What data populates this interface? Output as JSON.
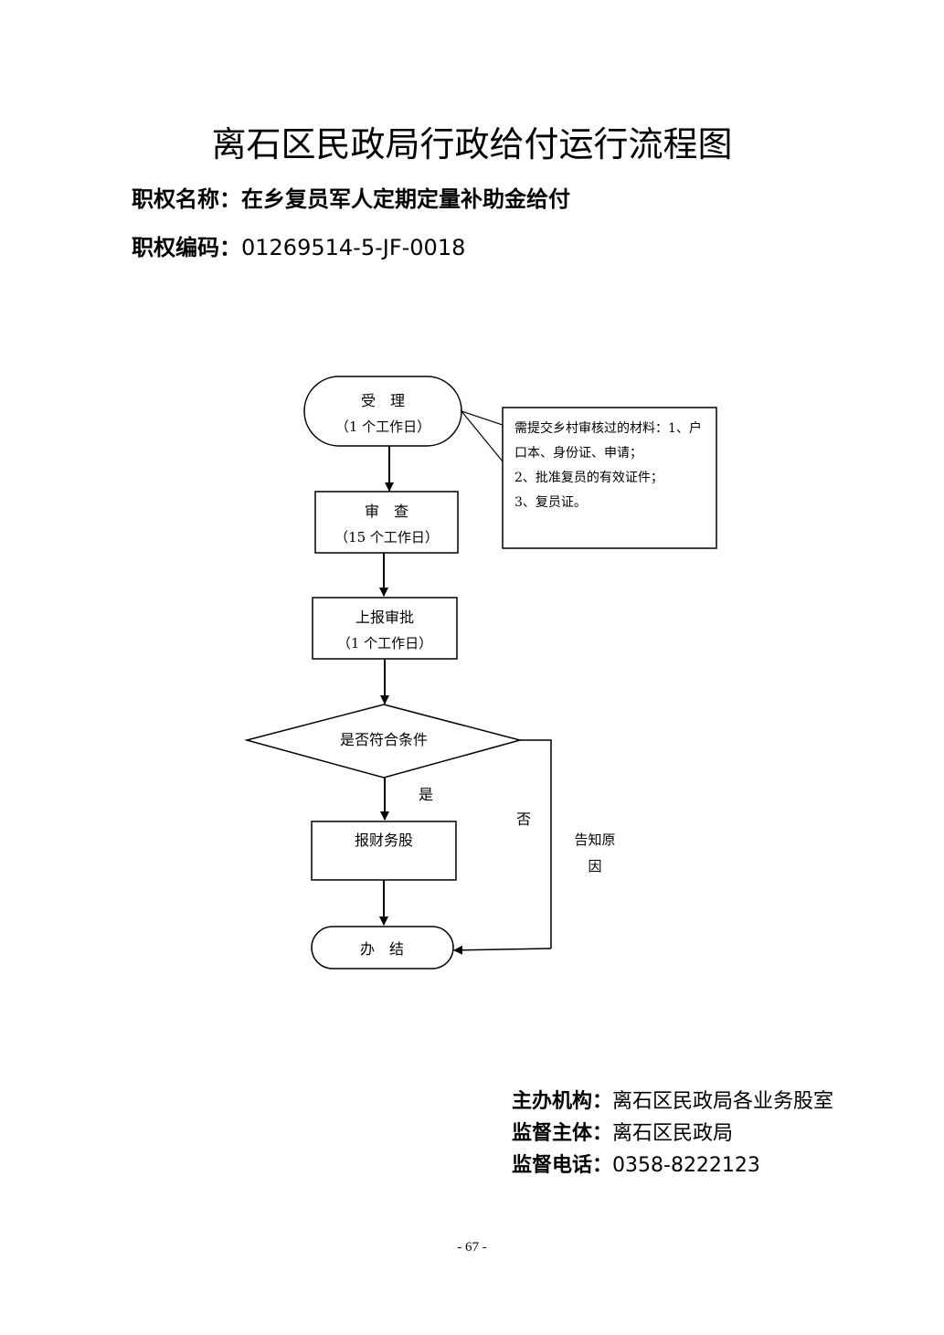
{
  "title": "离石区民政局行政给付运行流程图",
  "header": {
    "name_label": "职权名称：",
    "name_value": "在乡复员军人定期定量补助金给付",
    "code_label": "职权编码：",
    "code_value": "01269514-5-JF-0018"
  },
  "flowchart": {
    "step1": {
      "title": "受　理",
      "duration": "（1 个工作日）"
    },
    "note": {
      "line1": "需提交乡村审核过的材料：1、户",
      "line2": "口本、身份证、申请；",
      "line3": "2、批准复员的有效证件；",
      "line4": "3、复员证。"
    },
    "step2": {
      "title": "审　查",
      "duration": "（15 个工作日）"
    },
    "step3": {
      "title": "上报审批",
      "duration": "（1 个工作日）"
    },
    "decision": "是否符合条件",
    "yes_label": "是",
    "no_label": "否",
    "reject_label_line1": "告知原",
    "reject_label_line2": "因",
    "step4": "报财务股",
    "end": "办　结"
  },
  "footer": {
    "org_label": "主办机构：",
    "org_value": "离石区民政局各业务股室",
    "supervisor_label": "监督主体：",
    "supervisor_value": "离石区民政局",
    "phone_label": "监督电话：",
    "phone_value": "0358-8222123"
  },
  "page_number": "- 67 -"
}
